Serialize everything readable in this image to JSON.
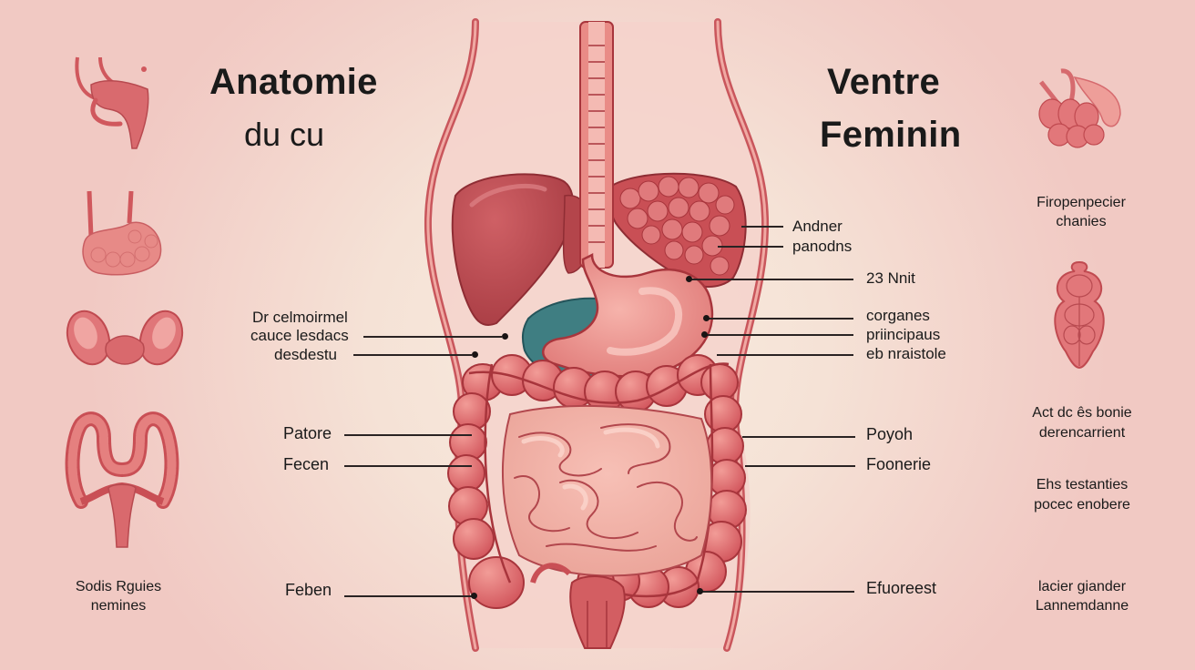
{
  "header": {
    "left_title": "Anatomie",
    "left_subtitle": "du cu",
    "right_title_line1": "Ventre",
    "right_title_line2": "Feminin"
  },
  "colors": {
    "background_edge": "#f1c9c3",
    "background_center": "#f8ecdf",
    "organ_red": "#c94f55",
    "organ_pink": "#e98b86",
    "outline": "#a8353c",
    "liver": "#b8474d",
    "pancreas_teal": "#3f7e82",
    "text": "#1a1a1a"
  },
  "left_labels": [
    {
      "id": "dr-celmoirmel",
      "text": "Dr celmoirmel"
    },
    {
      "id": "cauce-lesdacs",
      "text": "cauce lesdacs"
    },
    {
      "id": "desdestu",
      "text": "desdestu"
    },
    {
      "id": "patore",
      "text": "Patore"
    },
    {
      "id": "fecen",
      "text": "Fecen"
    },
    {
      "id": "feben",
      "text": "Feben"
    }
  ],
  "right_labels": [
    {
      "id": "andner",
      "text": "Andner"
    },
    {
      "id": "panodns",
      "text": "panodns"
    },
    {
      "id": "23-nnit",
      "text": "23 Nnit"
    },
    {
      "id": "corganes",
      "text": "corganes"
    },
    {
      "id": "priincipaus",
      "text": "priincipaus"
    },
    {
      "id": "eb-nraistole",
      "text": "eb nraistole"
    },
    {
      "id": "poyoh",
      "text": "Poyoh"
    },
    {
      "id": "foonerie",
      "text": "Foonerie"
    },
    {
      "id": "efuoreest",
      "text": "Efuoreest"
    }
  ],
  "left_sidebar": {
    "icons": [
      "pancreas-duct-icon",
      "intestine-loop-icon",
      "ovaries-uterus-icon",
      "colon-uterus-icon"
    ],
    "caption_line1": "Sodis Rguies",
    "caption_line2": "nemines"
  },
  "right_sidebar": {
    "icons": [
      "gland-cluster-icon",
      "uterus-body-icon"
    ],
    "captions": [
      {
        "line1": "Firopenpecier",
        "line2": "chanies"
      },
      {
        "line1": "Act dc ês bonie",
        "line2": "derencarrient"
      },
      {
        "line1": "Ehs testanties",
        "line2": "pocec enobere"
      },
      {
        "line1": "lacier giander",
        "line2": "Lannemdanne"
      }
    ]
  }
}
